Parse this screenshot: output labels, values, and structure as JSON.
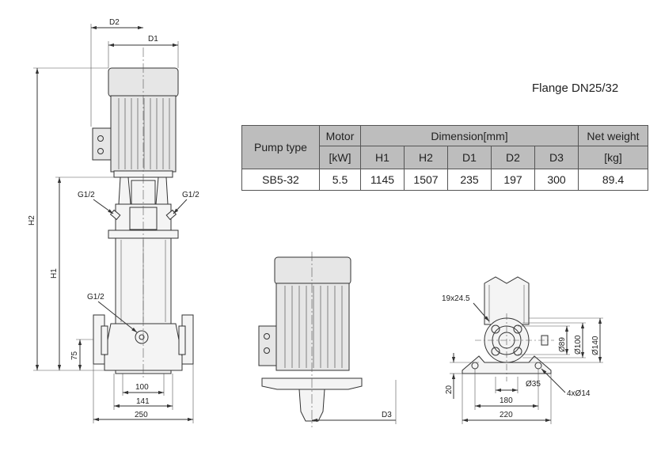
{
  "flange_title": "Flange  DN25/32",
  "table": {
    "pump_type_header": "Pump type",
    "motor_header": "Motor",
    "motor_unit": "[kW]",
    "dimension_header": "Dimension[mm]",
    "dimension_columns": [
      "H1",
      "H2",
      "D1",
      "D2",
      "D3"
    ],
    "weight_header": "Net weight",
    "weight_unit": "[kg]",
    "row": {
      "pump_type": "SB5-32",
      "motor": "5.5",
      "h1": "1145",
      "h2": "1507",
      "d1": "235",
      "d2": "197",
      "d3": "300",
      "weight": "89.4"
    }
  },
  "drawing_labels": {
    "front": {
      "d2": "D2",
      "d1": "D1",
      "h2": "H2",
      "h1": "H1",
      "port_left": "G1/2",
      "port_right": "G1/2",
      "drain": "G1/2",
      "height_75": "75",
      "width_100": "100",
      "width_141": "141",
      "width_250": "250"
    },
    "side": {
      "d3": "D3"
    },
    "base": {
      "slot": "19x24.5",
      "dia_89": "Ø89",
      "dia_100": "Ø100",
      "dia_140": "Ø140",
      "dia_35": "Ø35",
      "holes": "4xØ14",
      "height_20": "20",
      "width_180": "180",
      "width_220": "220"
    }
  }
}
